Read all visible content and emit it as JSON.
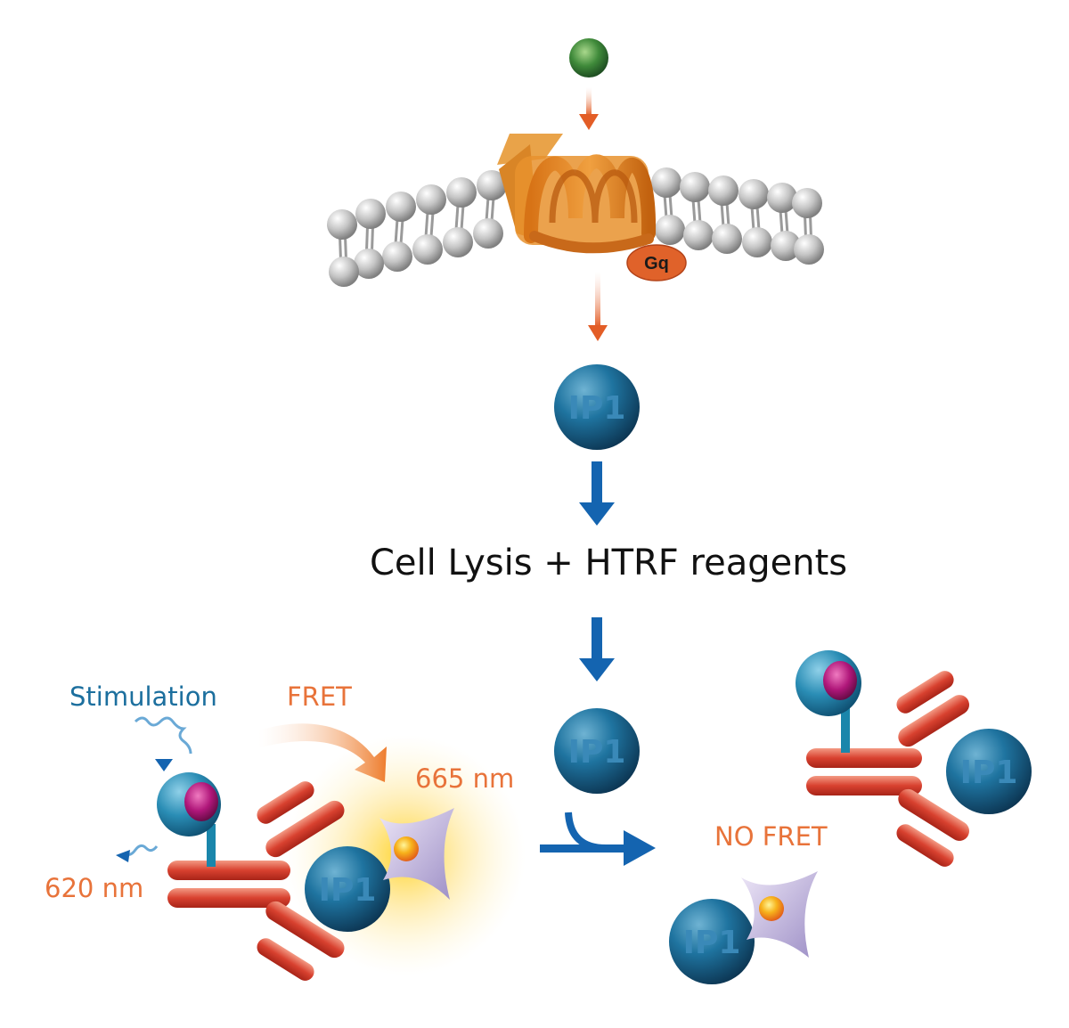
{
  "receptor": {
    "g_protein_label": "Gq"
  },
  "messenger": {
    "label": "IP1"
  },
  "step": {
    "label": "Cell Lysis + HTRF reagents"
  },
  "fret_state": {
    "stimulation_label": "Stimulation",
    "fret_label": "FRET",
    "acceptor_emission": "665 nm",
    "donor_emission": "620 nm",
    "ip1_label": "IP1"
  },
  "no_fret_state": {
    "label": "NO FRET",
    "ip1_label": "IP1"
  },
  "colors": {
    "ip1": "#1b6f9a",
    "arrow_blue": "#1464b0",
    "arrow_orange": "#e05a2a",
    "antibody": "#d9433a",
    "receptor": "#e07a1f",
    "ligand": "#3d8a3a",
    "lipid": "#b8b8b8"
  },
  "icons": [
    "ligand-ball-icon",
    "gpcr-helix-icon",
    "lipid-bilayer-icon",
    "ip1-sphere-icon",
    "antibody-icon",
    "europium-donor-icon",
    "acceptor-fluorophore-icon",
    "light-wave-icon"
  ]
}
